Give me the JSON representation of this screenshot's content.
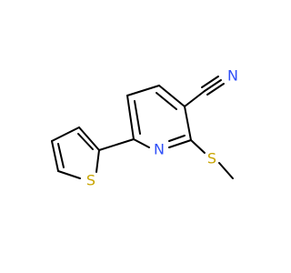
{
  "molecule": {
    "atoms": [
      {
        "id": "n_ring",
        "symbol": "N",
        "color": "#3050F8"
      },
      {
        "id": "n_nitrile",
        "symbol": "N",
        "color": "#3050F8"
      },
      {
        "id": "s_methyl",
        "symbol": "S",
        "color": "#C8A400"
      },
      {
        "id": "s_thiophene",
        "symbol": "S",
        "color": "#C8A400"
      }
    ],
    "bond_color": "#000000"
  }
}
